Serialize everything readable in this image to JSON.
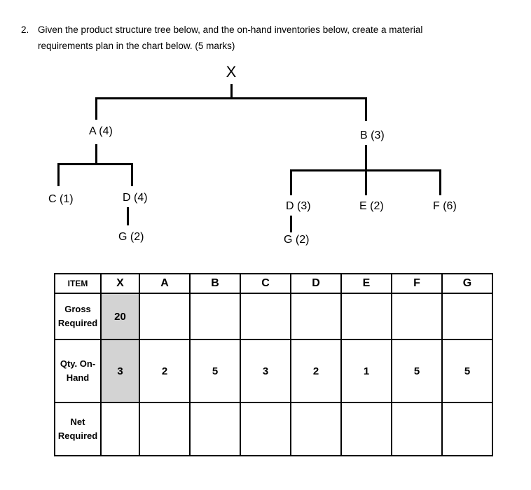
{
  "question": {
    "number": "2.",
    "text": "Given the product structure tree below, and the on-hand inventories below, create a material requirements plan in the chart below. (5 marks)"
  },
  "tree": {
    "nodes": {
      "x": "X",
      "a": "A (4)",
      "b": "B (3)",
      "c": "C (1)",
      "d_under_a": "D (4)",
      "g_under_d4": "G (2)",
      "d_under_b": "D (3)",
      "e": "E (2)",
      "f": "F (6)",
      "g_under_d3": "G (2)"
    }
  },
  "table": {
    "headers": [
      "ITEM",
      "X",
      "A",
      "B",
      "C",
      "D",
      "E",
      "F",
      "G"
    ],
    "rows": [
      {
        "label": "Gross Required",
        "values": [
          "20",
          "",
          "",
          "",
          "",
          "",
          "",
          ""
        ]
      },
      {
        "label": "Qty. On-Hand",
        "values": [
          "3",
          "2",
          "5",
          "3",
          "2",
          "1",
          "5",
          "5"
        ]
      },
      {
        "label": "Net Required",
        "values": [
          "",
          "",
          "",
          "",
          "",
          "",
          "",
          ""
        ]
      }
    ],
    "highlight_color": "#d3d3d3",
    "border_color": "#000000"
  }
}
